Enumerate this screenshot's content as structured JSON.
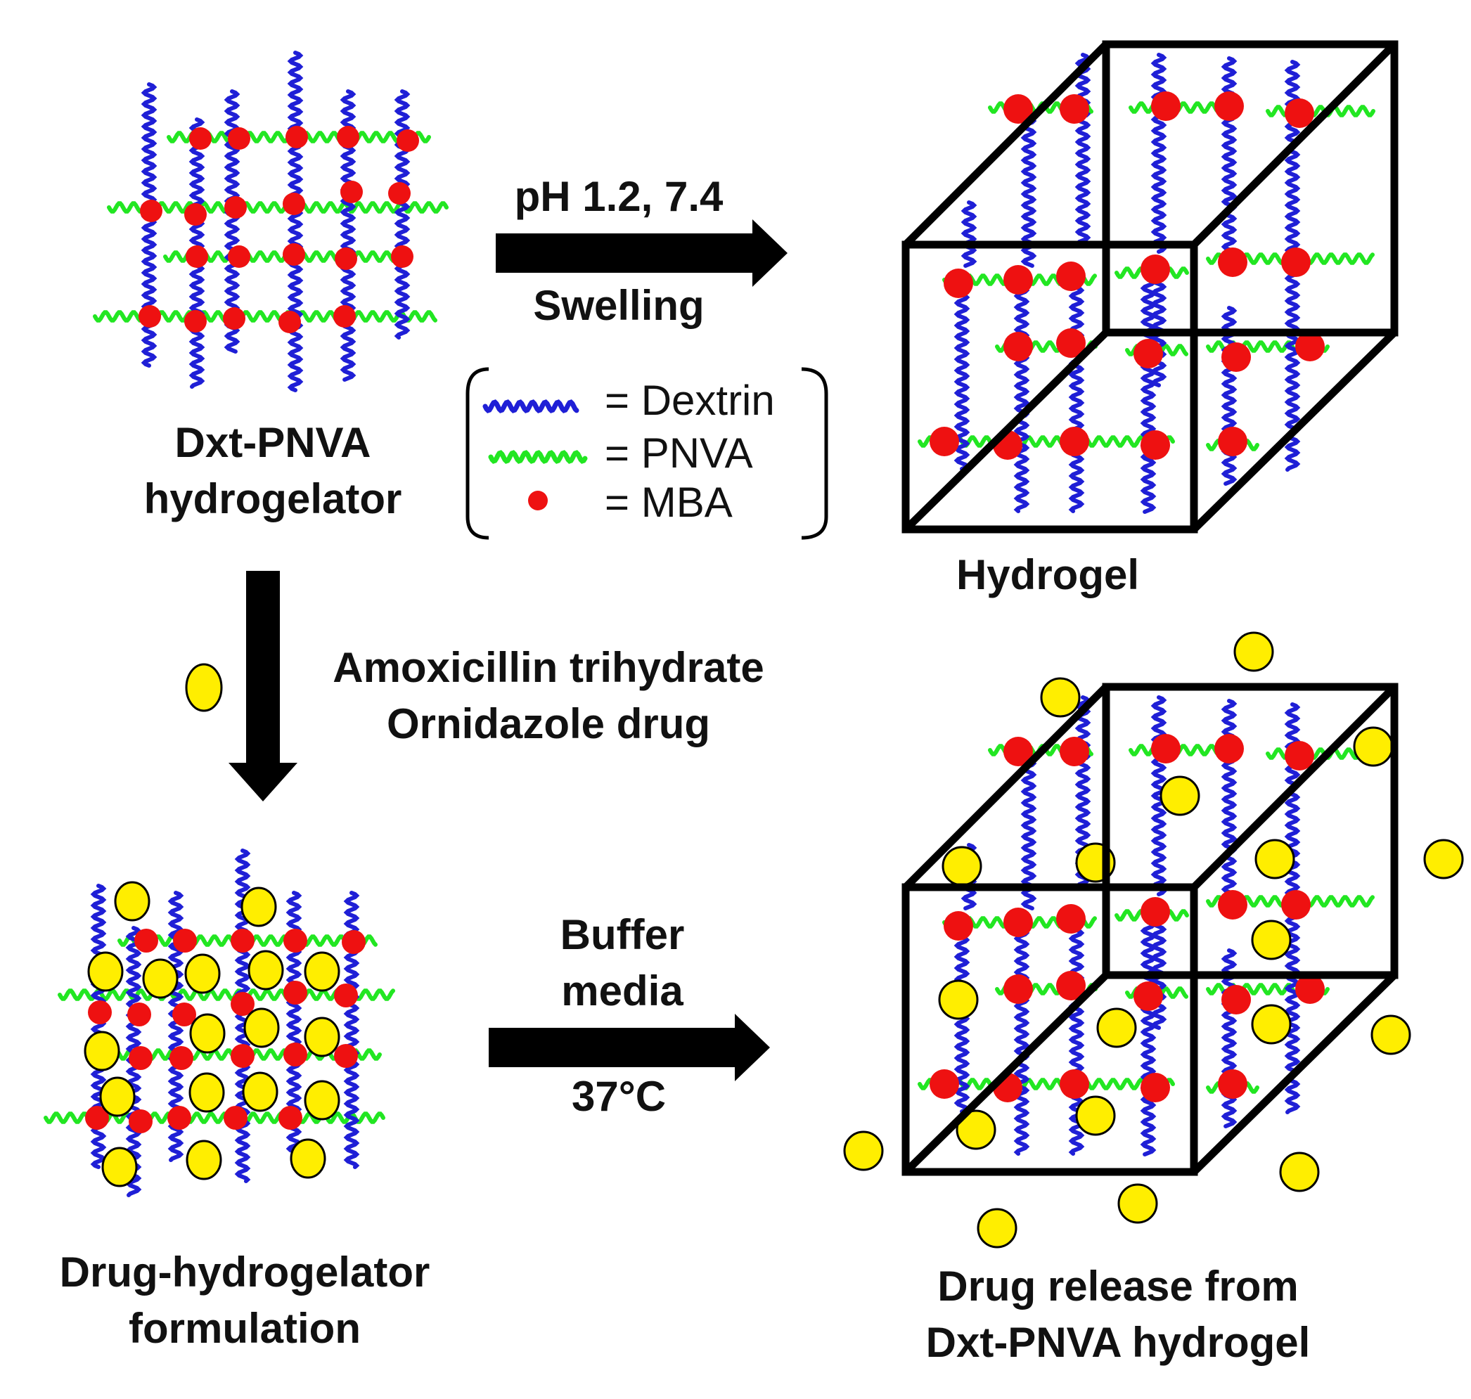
{
  "labels": {
    "hydrogelator": [
      "Dxt-PNVA",
      "hydrogelator"
    ],
    "swelling_top": "pH 1.2, 7.4",
    "swelling_bottom": "Swelling",
    "hydrogel": "Hydrogel",
    "drug_line1": "Amoxicillin trihydrate",
    "drug_line2": "Ornidazole drug",
    "formulation": [
      "Drug-hydrogelator",
      "formulation"
    ],
    "buffer": [
      "Buffer",
      "media"
    ],
    "temperature": "37°C",
    "release": [
      "Drug release from",
      "Dxt-PNVA hydrogel"
    ]
  },
  "legend": {
    "items": [
      {
        "symbol": "blue-wavy-chain",
        "text": "= Dextrin"
      },
      {
        "symbol": "green-wavy-chain",
        "text": "= PNVA"
      },
      {
        "symbol": "red-dot",
        "text": "= MBA"
      }
    ]
  },
  "colors": {
    "dextrin": "#1f1fd6",
    "pnva": "#22e622",
    "mba": "#ee1111",
    "drug": "#ffee00",
    "outline": "#000000"
  }
}
